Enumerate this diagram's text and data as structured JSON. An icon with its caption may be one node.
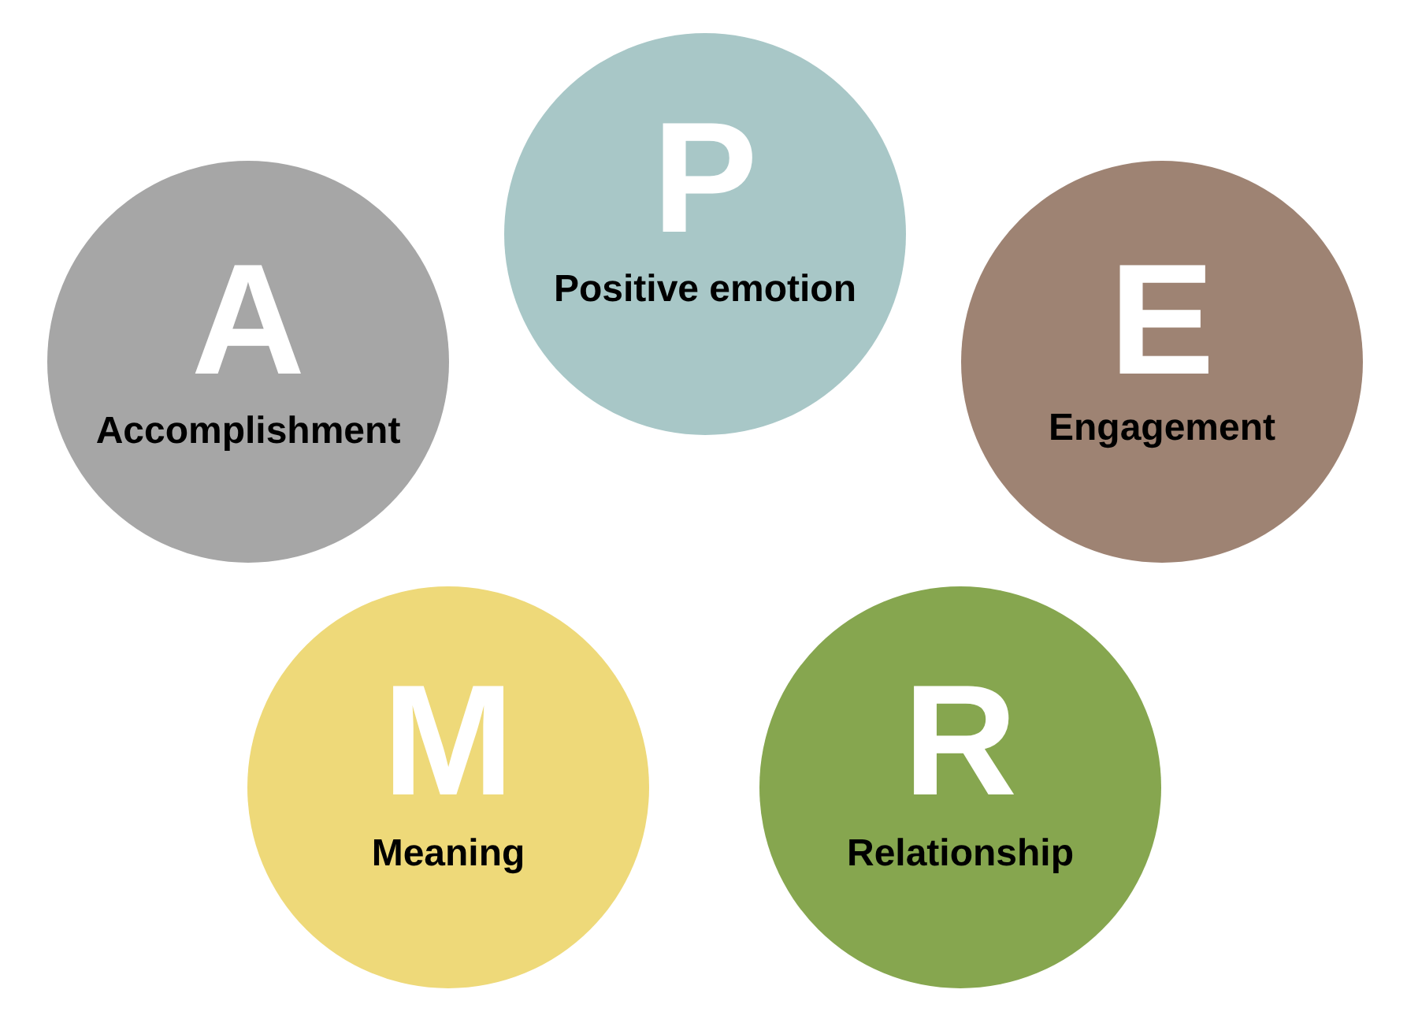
{
  "diagram": {
    "nodes": [
      {
        "text": [
          "P",
          "Positive emotion"
        ]
      },
      {
        "text": [
          "A",
          "Accomplishment"
        ]
      },
      {
        "text": [
          "E",
          "Engagement"
        ]
      },
      {
        "text": [
          "M",
          "Meaning"
        ]
      },
      {
        "text": [
          "R",
          "Relationship"
        ]
      }
    ]
  }
}
